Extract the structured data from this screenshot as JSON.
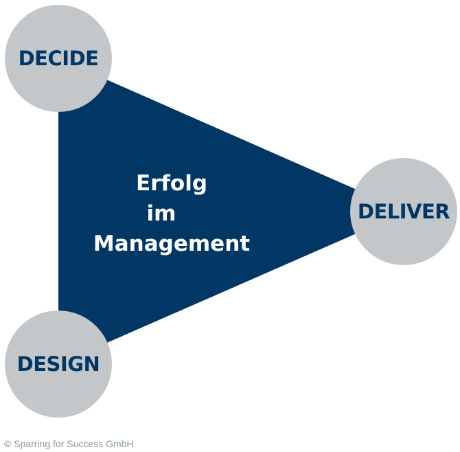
{
  "colors": {
    "navy": "#003764",
    "circle": "#c3c7c9",
    "footer": "#8798a4"
  },
  "nodes": {
    "decide": "DECIDE",
    "deliver": "DELIVER",
    "design": "DESIGN"
  },
  "center": {
    "line1": "Erfolg",
    "line2": "im",
    "line3": "Management"
  },
  "footer": "© Sparring for Success GmbH"
}
